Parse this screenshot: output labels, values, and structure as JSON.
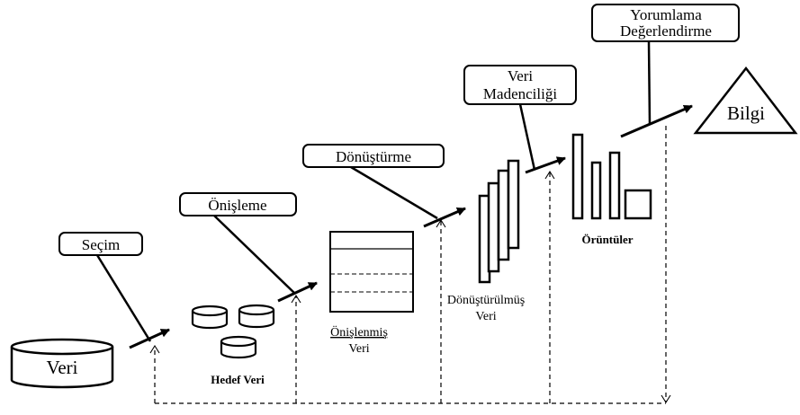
{
  "stages": {
    "secim": "Seçim",
    "onisleme": "Önişleme",
    "donusturme": "Dönüştürme",
    "veri_madenciligi": [
      "Veri",
      "Madenciliği"
    ],
    "yorumlama": [
      "Yorumlama",
      "Değerlendirme"
    ]
  },
  "artifacts": {
    "veri": "Veri",
    "hedef_veri": "Hedef Veri",
    "onislenmis_veri": [
      "Önişlenmiş",
      "Veri"
    ],
    "donusturulmus_veri": [
      "Dönüştürülmüş",
      "Veri"
    ],
    "oruntuler": "Örüntüler",
    "bilgi": "Bilgi"
  }
}
